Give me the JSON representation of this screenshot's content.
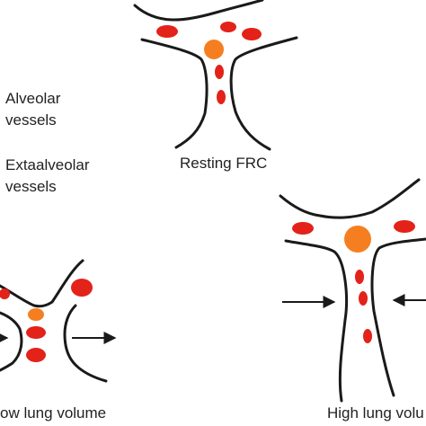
{
  "legend": {
    "alveolar_label_line1": "Alveolar",
    "alveolar_label_line2": "vessels",
    "extraalveolar_label_line1": "Extaalveolar",
    "extraalveolar_label_line2": "vessels"
  },
  "panels": {
    "resting": {
      "label": "Resting FRC"
    },
    "low": {
      "label": "ow lung volume"
    },
    "high": {
      "label": "High lung volu"
    }
  },
  "colors": {
    "alveolar_vessel": "#e32219",
    "extraalveolar_vessel": "#f57f20",
    "wall": "#1a1a1a"
  }
}
